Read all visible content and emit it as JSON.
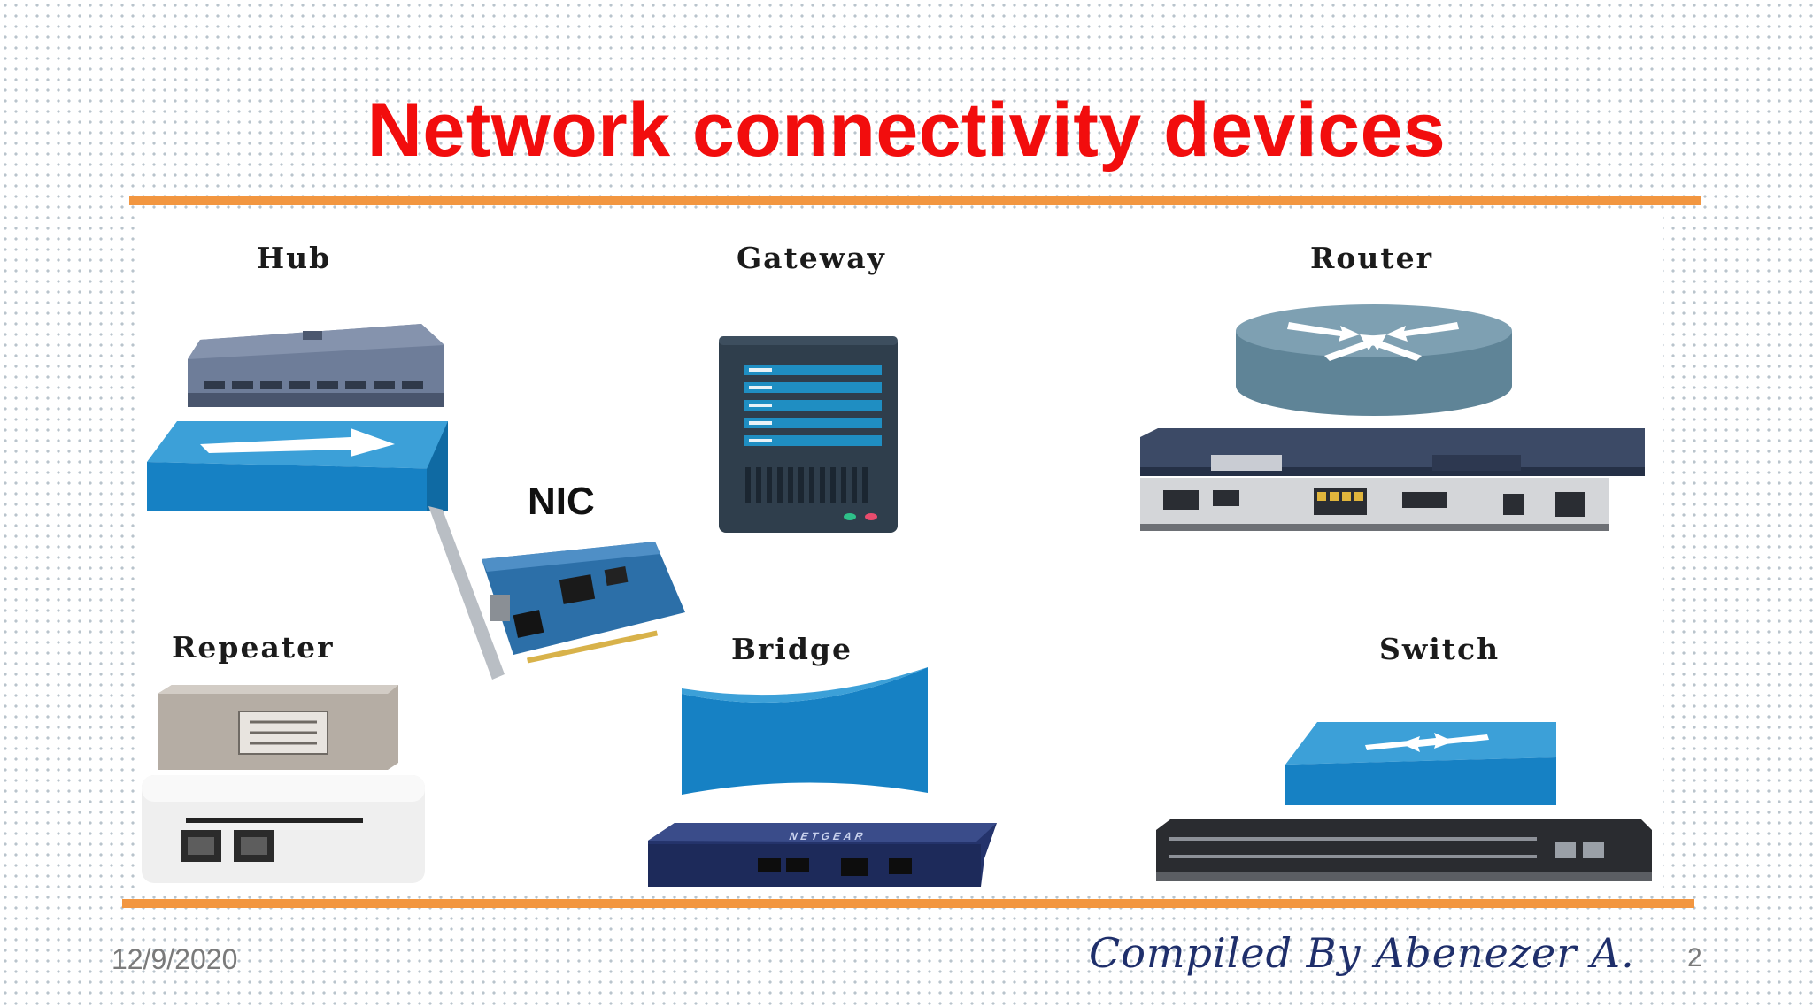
{
  "slide": {
    "title": "Network connectivity devices",
    "labels": {
      "hub": "Hub",
      "gateway": "Gateway",
      "router": "Router",
      "nic": "NIC",
      "repeater": "Repeater",
      "bridge": "Bridge",
      "switch": "Switch"
    },
    "device_text": {
      "netgear": "NETGEAR"
    },
    "colors": {
      "title": "#f20d0d",
      "rule": "#f29640",
      "device_blue": "#1a8fd0",
      "credit": "#1f2f6b"
    }
  },
  "footer": {
    "date": "12/9/2020",
    "credit": "Compiled By Abenezer A.",
    "page": "2"
  }
}
